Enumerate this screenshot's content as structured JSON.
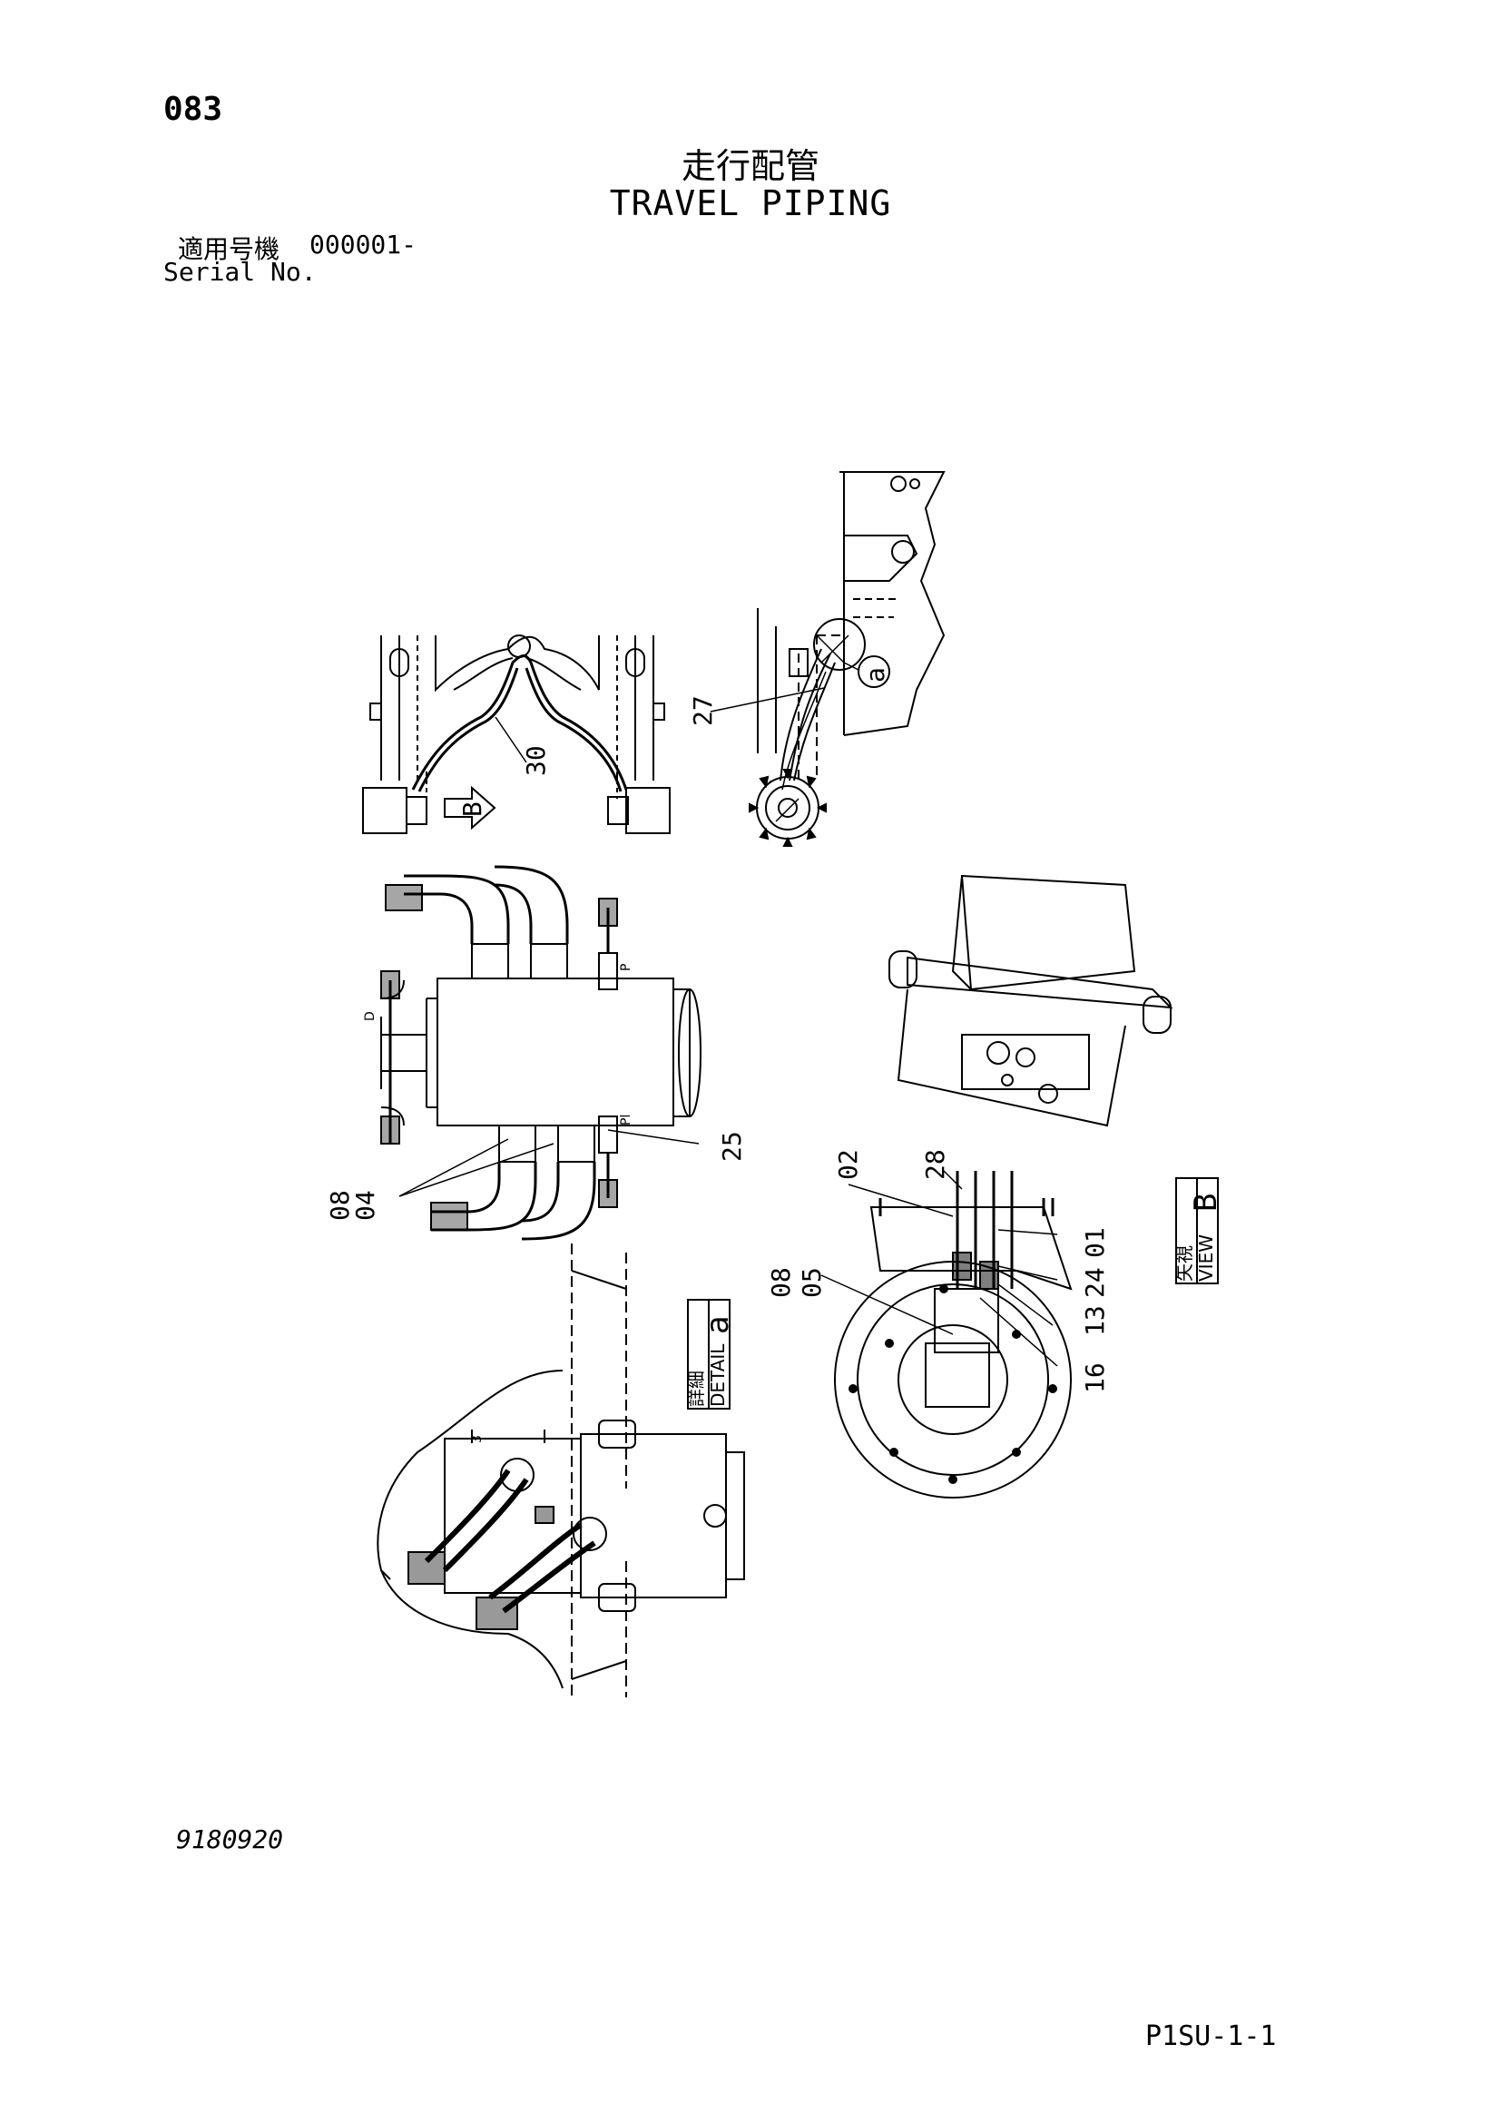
{
  "header": {
    "page_number": "083",
    "title_ja": "走行配管",
    "title_en": "TRAVEL PIPING",
    "serial_label_ja": "適用号機",
    "serial_label_en": "Serial No.",
    "serial_value": "000001-"
  },
  "callouts": {
    "c30": "30",
    "c27": "27",
    "c25": "25",
    "c08a": "08",
    "c04": "04",
    "c02": "02",
    "c28": "28",
    "c01": "01",
    "c24": "24",
    "c13": "13",
    "c16": "16",
    "c08b": "08",
    "c05": "05",
    "port_p": "P",
    "port_pl": "Pl",
    "port_d": "D",
    "port_3": "3"
  },
  "view_markers": {
    "detail_letter": "a",
    "detail_label_ja": "詳細",
    "detail_label_en": "DETAIL",
    "view_letter": "B",
    "view_label_ja": "矢視",
    "view_label_en": "VIEW",
    "circle_a": "a",
    "arrow_b": "B"
  },
  "footer": {
    "drawing_number": "9180920",
    "page_code": "P1SU-1-1"
  }
}
